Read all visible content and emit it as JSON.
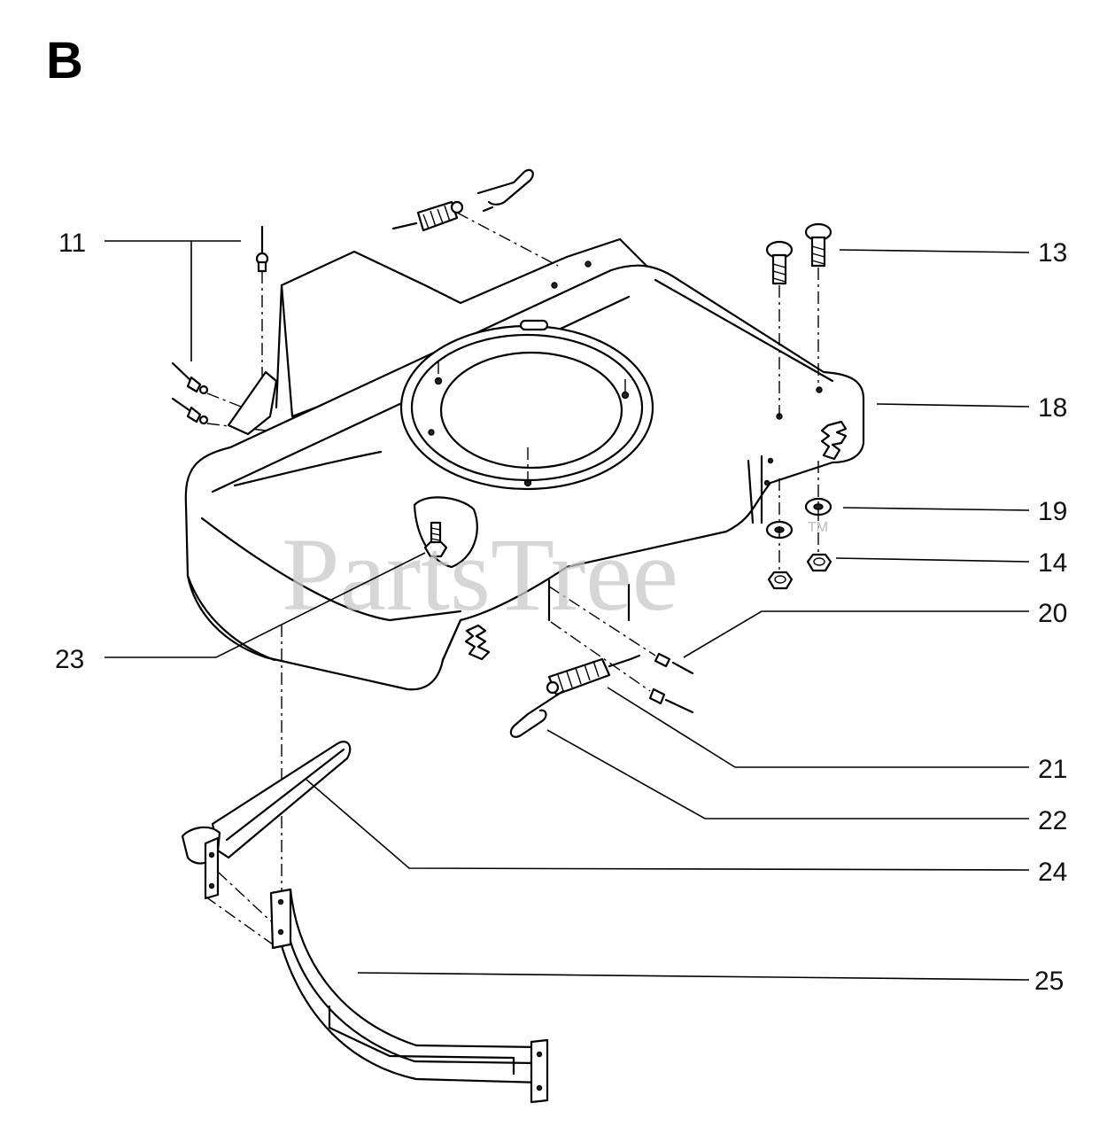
{
  "section_label": "B",
  "watermark": {
    "text": "PartsTree",
    "mark": "TM"
  },
  "callouts": [
    "11",
    "13",
    "18",
    "19",
    "14",
    "20",
    "23",
    "21",
    "22",
    "24",
    "25"
  ]
}
